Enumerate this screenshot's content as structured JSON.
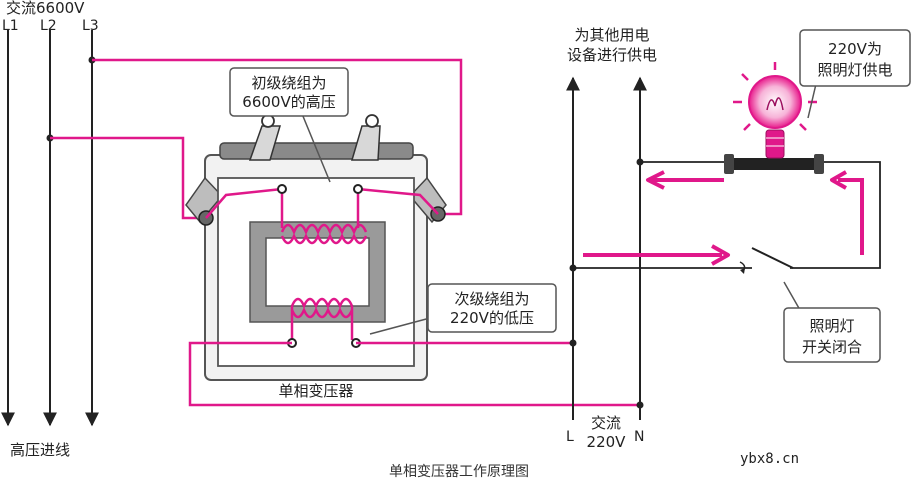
{
  "colors": {
    "wire_pink": "#e0188a",
    "wire_black": "#222222",
    "arrow_pink": "#e0188a",
    "box_border": "#666666",
    "callout_border": "#555555",
    "lamp_glow": "#e81c8c"
  },
  "supply": {
    "title": "交流6600V",
    "lines": [
      "L1",
      "L2",
      "L3"
    ],
    "incoming_label": "高压进线"
  },
  "primary_callout": {
    "line1": "初级绕组为",
    "line2": "6600V的高压"
  },
  "secondary_callout": {
    "line1": "次级绕组为",
    "line2": "220V的低压"
  },
  "transformer_label": "单相变压器",
  "other_equipment": {
    "line1": "为其他用电",
    "line2": "设备进行供电"
  },
  "lamp_callout": {
    "line1": "220V为",
    "line2": "照明灯供电"
  },
  "switch_callout": {
    "line1": "照明灯",
    "line2": "开关闭合"
  },
  "output": {
    "l_label": "L",
    "n_label": "N",
    "ac_label": "交流",
    "voltage": "220V"
  },
  "caption": "单相变压器工作原理图",
  "watermark": "ybx8.cn",
  "icons": [
    "lamp-bulb-icon",
    "switch-icon",
    "terminal-bolt-icon"
  ]
}
